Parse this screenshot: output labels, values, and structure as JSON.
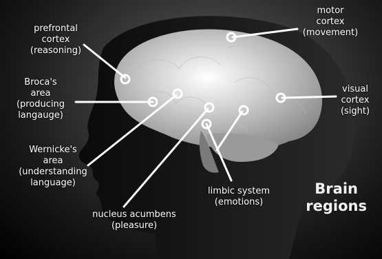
{
  "title": "Brain\nregions",
  "labels": {
    "prefrontal": "prefrontal\ncortex\n(reasoning)",
    "motor": "motor\ncortex\n(movement)",
    "broca": "Broca's\narea\n(producing\nlangauge)",
    "visual": "visual\ncortex\n(sight)",
    "wernicke": "Wernicke's\narea\n(understanding\nlanguage)",
    "limbic": "limbic system\n(emotions)",
    "nucleus": "nucleus acumbens\n(pleasure)"
  }
}
